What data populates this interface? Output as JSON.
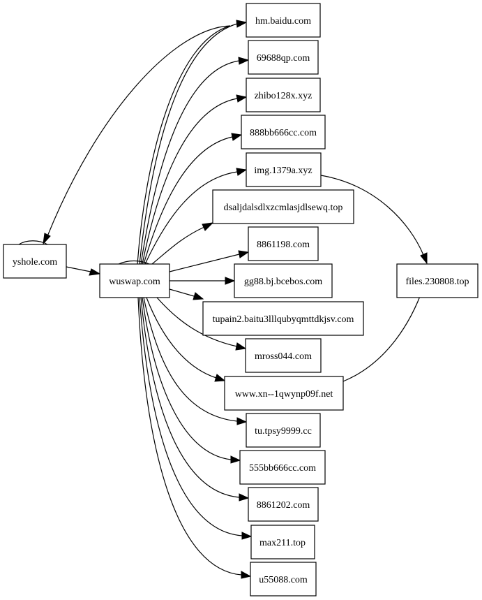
{
  "nodes": [
    {
      "id": "yshole",
      "label": "yshole.com"
    },
    {
      "id": "wuswap",
      "label": "wuswap.com"
    },
    {
      "id": "hm",
      "label": "hm.baidu.com"
    },
    {
      "id": "qp69688",
      "label": "69688qp.com"
    },
    {
      "id": "zhibo",
      "label": "zhibo128x.xyz"
    },
    {
      "id": "bb888",
      "label": "888bb666cc.com"
    },
    {
      "id": "img",
      "label": "img.1379a.xyz"
    },
    {
      "id": "dsal",
      "label": "dsaljdalsdlxzcmlasjdlsewq.top"
    },
    {
      "id": "n8861198",
      "label": "8861198.com"
    },
    {
      "id": "gg88",
      "label": "gg88.bj.bcebos.com"
    },
    {
      "id": "tupain",
      "label": "tupain2.baitu3lllqubyqmttdkjsv.com"
    },
    {
      "id": "mross",
      "label": "mross044.com"
    },
    {
      "id": "xn",
      "label": "www.xn--1qwynp09f.net"
    },
    {
      "id": "tpsy",
      "label": "tu.tpsy9999.cc"
    },
    {
      "id": "bb555",
      "label": "555bb666cc.com"
    },
    {
      "id": "n8861202",
      "label": "8861202.com"
    },
    {
      "id": "max211",
      "label": "max211.top"
    },
    {
      "id": "u55088",
      "label": "u55088.com"
    },
    {
      "id": "files",
      "label": "files.230808.top"
    }
  ],
  "edges": [
    {
      "from": "yshole",
      "to": "yshole"
    },
    {
      "from": "yshole",
      "to": "wuswap"
    },
    {
      "from": "wuswap",
      "to": "wuswap"
    },
    {
      "from": "wuswap",
      "to": "yshole"
    },
    {
      "from": "wuswap",
      "to": "hm"
    },
    {
      "from": "wuswap",
      "to": "qp69688"
    },
    {
      "from": "wuswap",
      "to": "zhibo"
    },
    {
      "from": "wuswap",
      "to": "bb888"
    },
    {
      "from": "wuswap",
      "to": "img"
    },
    {
      "from": "wuswap",
      "to": "dsal"
    },
    {
      "from": "wuswap",
      "to": "n8861198"
    },
    {
      "from": "wuswap",
      "to": "gg88"
    },
    {
      "from": "wuswap",
      "to": "tupain"
    },
    {
      "from": "wuswap",
      "to": "mross"
    },
    {
      "from": "wuswap",
      "to": "xn"
    },
    {
      "from": "wuswap",
      "to": "tpsy"
    },
    {
      "from": "wuswap",
      "to": "bb555"
    },
    {
      "from": "wuswap",
      "to": "n8861202"
    },
    {
      "from": "wuswap",
      "to": "max211"
    },
    {
      "from": "wuswap",
      "to": "u55088"
    },
    {
      "from": "img",
      "to": "files"
    },
    {
      "from": "xn",
      "to": "files"
    }
  ]
}
